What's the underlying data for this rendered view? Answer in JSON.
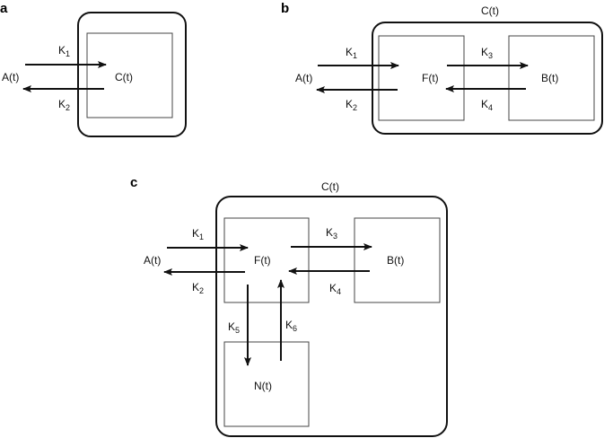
{
  "panels": {
    "a": {
      "letter": "a",
      "outside": "A(t)",
      "compartment": "C(t)",
      "rates": {
        "k1": "K",
        "k1_sub": "1",
        "k2": "K",
        "k2_sub": "2"
      }
    },
    "b": {
      "letter": "b",
      "outside": "A(t)",
      "container": "C(t)",
      "free": "F(t)",
      "bound": "B(t)",
      "rates": {
        "k1": "K",
        "k1_sub": "1",
        "k2": "K",
        "k2_sub": "2",
        "k3": "K",
        "k3_sub": "3",
        "k4": "K",
        "k4_sub": "4"
      }
    },
    "c": {
      "letter": "c",
      "outside": "A(t)",
      "container": "C(t)",
      "free": "F(t)",
      "bound": "B(t)",
      "nonspecific": "N(t)",
      "rates": {
        "k1": "K",
        "k1_sub": "1",
        "k2": "K",
        "k2_sub": "2",
        "k3": "K",
        "k3_sub": "3",
        "k4": "K",
        "k4_sub": "4",
        "k5": "K",
        "k5_sub": "5",
        "k6": "K",
        "k6_sub": "6"
      }
    }
  }
}
